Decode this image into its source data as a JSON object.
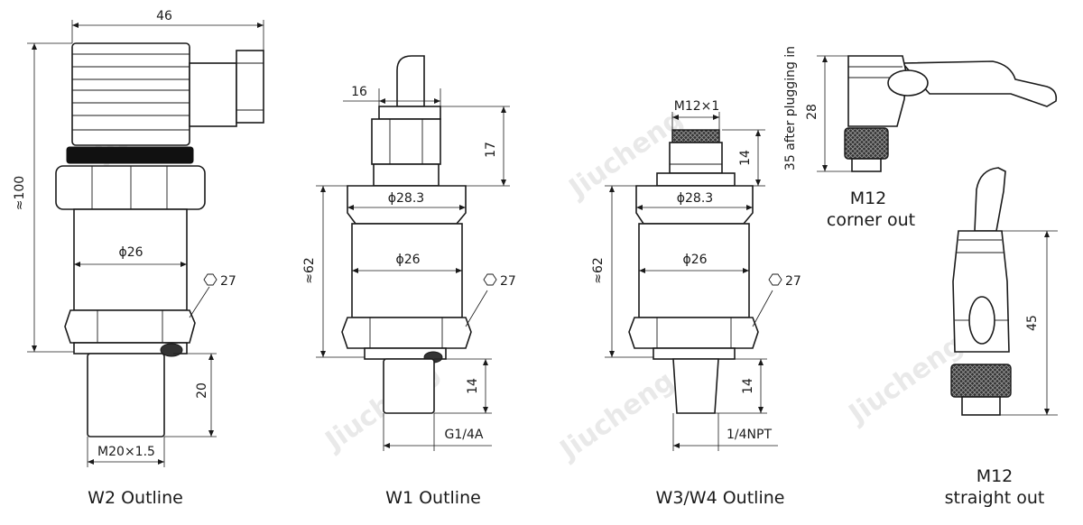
{
  "outlines": {
    "w2": {
      "caption": "W2 Outline",
      "width": "46",
      "height": "≈100",
      "body_dia": "ϕ26",
      "hex": "27",
      "thread_len": "20",
      "thread": "M20×1.5"
    },
    "w1": {
      "caption": "W1 Outline",
      "gland_width": "16",
      "gland_height": "17",
      "top_dia": "ϕ28.3",
      "body_dia": "ϕ26",
      "height": "≈62",
      "hex": "27",
      "thread_len": "14",
      "thread": "G1/4A"
    },
    "w3w4": {
      "caption": "W3/W4 Outline",
      "connector": "M12×1",
      "connector_height": "14",
      "top_dia": "ϕ28.3",
      "body_dia": "ϕ26",
      "height": "≈62",
      "hex": "27",
      "thread_len": "14",
      "thread": "1/4NPT"
    },
    "m12_corner": {
      "caption_line1": "M12",
      "caption_line2": "corner out",
      "height": "28",
      "note": "35 after plugging in"
    },
    "m12_straight": {
      "caption_line1": "M12",
      "caption_line2": "straight out",
      "height": "45"
    }
  },
  "watermark": "Jiucheng"
}
